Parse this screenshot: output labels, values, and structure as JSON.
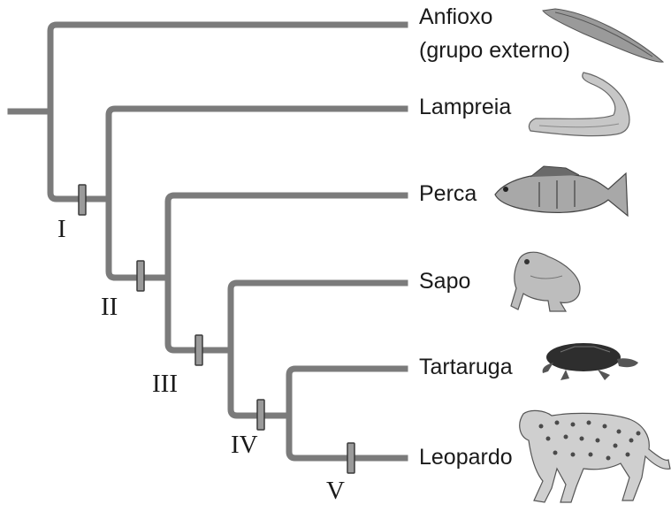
{
  "taxa": [
    {
      "name": "Anfioxo",
      "note": "(grupo externo)",
      "icon": "lancelet-icon"
    },
    {
      "name": "Lampreia",
      "icon": "lamprey-icon"
    },
    {
      "name": "Perca",
      "icon": "perch-fish-icon"
    },
    {
      "name": "Sapo",
      "icon": "frog-icon"
    },
    {
      "name": "Tartaruga",
      "icon": "turtle-icon"
    },
    {
      "name": "Leopardo",
      "icon": "leopard-icon"
    }
  ],
  "characters": [
    "I",
    "II",
    "III",
    "IV",
    "V"
  ],
  "colors": {
    "branch": "#7b7b7b",
    "marker_fill": "#9a9a9a",
    "marker_stroke": "#3a3a3a",
    "text": "#1a1a1a",
    "animal_dark": "#2e2e2e",
    "animal_mid": "#8c8c8c",
    "animal_light": "#cfcfcf"
  }
}
